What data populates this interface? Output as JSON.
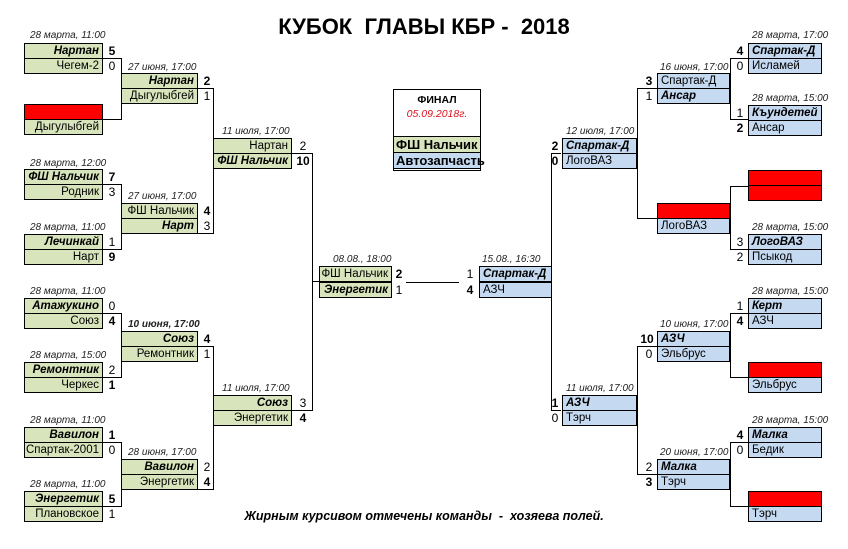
{
  "title": "КУБОК  ГЛАВЫ КБР -  2018",
  "final": {
    "label": "ФИНАЛ",
    "date": "05.09.2018г.",
    "team1": "ФШ Нальчик",
    "team2": "Автозапчасть"
  },
  "note": "Жирным курсивом отмечены команды  -  хозяева полей.",
  "colors": {
    "left_box": "#d8e4bc",
    "right_box": "#c5d9f1",
    "bye": "#ff0000",
    "final_date": "#e0101a"
  },
  "left": {
    "r1": [
      {
        "date": "28 марта, 11:00",
        "t1": "Нартан",
        "s1": "5",
        "t2": "Чегем-2",
        "s2": "0"
      },
      {
        "date": "",
        "t1": "",
        "s1": "",
        "t2": "Дыгулыбгей",
        "s2": ""
      },
      {
        "date": "28 марта, 12:00",
        "t1": "ФШ Нальчик",
        "s1": "7",
        "t2": "Родник",
        "s2": "3"
      },
      {
        "date": "28 марта, 11:00",
        "t1": "Лечинкай",
        "s1": "1",
        "t2": "Нарт",
        "s2": "9"
      },
      {
        "date": "28 марта, 11:00",
        "t1": "Атажукино",
        "s1": "0",
        "t2": "Союз",
        "s2": "4"
      },
      {
        "date": "28 марта, 15:00",
        "t1": "Ремонтник",
        "s1": "2",
        "t2": "Черкес",
        "s2": "1"
      },
      {
        "date": "28 марта, 11:00",
        "t1": "Вавилон",
        "s1": "1",
        "t2": "Спартак-2001",
        "s2": "0"
      },
      {
        "date": "28 марта, 11:00",
        "t1": "Энергетик",
        "s1": "5",
        "t2": "Плановское",
        "s2": "1"
      }
    ],
    "r2": [
      {
        "date": "27 июня, 17:00",
        "t1": "Нартан",
        "s1": "2",
        "t2": "Дыгулыбгей",
        "s2": "1"
      },
      {
        "date": "27 июня, 17:00",
        "t1": "ФШ Нальчик",
        "s1": "4",
        "t2": "Нарт",
        "s2": "3"
      },
      {
        "date": "10 июня, 17:00",
        "t1": "Союз",
        "s1": "4",
        "t2": "Ремонтник",
        "s2": "1"
      },
      {
        "date": "28 июня, 17:00",
        "t1": "Вавилон",
        "s1": "2",
        "t2": "Энергетик",
        "s2": "4"
      }
    ],
    "r3": [
      {
        "date": "11 июля, 17:00",
        "t1": "Нартан",
        "s1": "2",
        "t2": "ФШ Нальчик",
        "s2": "10"
      },
      {
        "date": "11 июля, 17:00",
        "t1": "Союз",
        "s1": "3",
        "t2": "Энергетик",
        "s2": "4"
      }
    ],
    "sf": {
      "date": "08.08., 18:00",
      "t1": "ФШ Нальчик",
      "s1": "2",
      "t2": "Энергетик",
      "s2": "1"
    }
  },
  "right": {
    "r1": [
      {
        "date": "28 марта, 17:00",
        "t1": "Спартак-Д",
        "s1": "4",
        "t2": "Исламей",
        "s2": "0"
      },
      {
        "date": "28 марта, 15:00",
        "t1": "Къундетей",
        "s1": "1",
        "t2": "Ансар",
        "s2": "2"
      },
      {
        "date": "",
        "t1": "",
        "s1": "",
        "t2": "",
        "s2": ""
      },
      {
        "date": "28 марта, 15:00",
        "t1": "ЛогоВАЗ",
        "s1": "3",
        "t2": "Псыкод",
        "s2": "2"
      },
      {
        "date": "28 марта, 15:00",
        "t1": "Керт",
        "s1": "1",
        "t2": "АЗЧ",
        "s2": "4"
      },
      {
        "date": "",
        "t1": "",
        "s1": "",
        "t2": "Эльбрус",
        "s2": ""
      },
      {
        "date": "28 марта, 15:00",
        "t1": "Малка",
        "s1": "4",
        "t2": "Бедик",
        "s2": "0"
      },
      {
        "date": "",
        "t1": "",
        "s1": "",
        "t2": "Тэрч",
        "s2": ""
      }
    ],
    "r2": [
      {
        "date": "16 июня, 17:00",
        "t1": "Спартак-Д",
        "s1": "3",
        "t2": "Ансар",
        "s2": "1"
      },
      {
        "date": "",
        "t1": "",
        "s1": "",
        "t2": "ЛогоВАЗ",
        "s2": ""
      },
      {
        "date": "10 июня, 17:00",
        "t1": "АЗЧ",
        "s1": "10",
        "t2": "Эльбрус",
        "s2": "0"
      },
      {
        "date": "20 июня, 17:00",
        "t1": "Малка",
        "s1": "2",
        "t2": "Тэрч",
        "s2": "3"
      }
    ],
    "r3": [
      {
        "date": "12 июля, 17:00",
        "t1": "Спартак-Д",
        "s1": "2",
        "t2": "ЛогоВАЗ",
        "s2": "0"
      },
      {
        "date": "11 июля, 17:00",
        "t1": "АЗЧ",
        "s1": "1",
        "t2": "Тэрч",
        "s2": "0"
      }
    ],
    "sf": {
      "date": "15.08., 16:30",
      "t1": "Спартак-Д",
      "s1": "1",
      "t2": "АЗЧ",
      "s2": "4"
    }
  }
}
